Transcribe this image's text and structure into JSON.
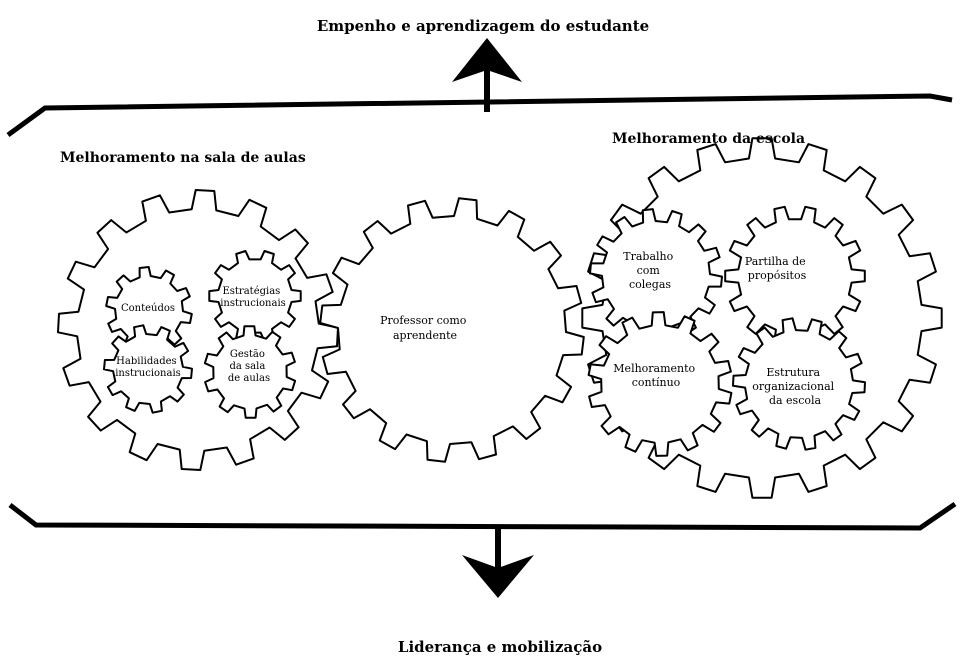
{
  "top_label": "Empenho e aprendizagem do estudante",
  "bottom_label": "Liderança e mobilização",
  "left_section_title": "Melhoramento na sala de aulas",
  "right_section_title": "Melhoramento  da escola",
  "classroom_gears": {
    "conteudos": [
      "Conteúdos"
    ],
    "estrategias": [
      "Estratégias",
      "instrucionais"
    ],
    "habilidades": [
      "Habilidades",
      "instrucionais"
    ],
    "gestao": [
      "Gestão",
      "da sala",
      "de aulas"
    ]
  },
  "center_gear": [
    "Professor como",
    "aprendente"
  ],
  "school_gears": {
    "trabalho": [
      "Trabalho",
      "com",
      "colegas"
    ],
    "partilha": [
      "Partilha de",
      "propósitos"
    ],
    "melhoramento": [
      "Melhoramento",
      "contínuo"
    ],
    "estrutura": [
      "Estrutura",
      "organizacional",
      "da escola"
    ]
  },
  "colors": {
    "ink": "#000000",
    "paper": "#ffffff"
  }
}
